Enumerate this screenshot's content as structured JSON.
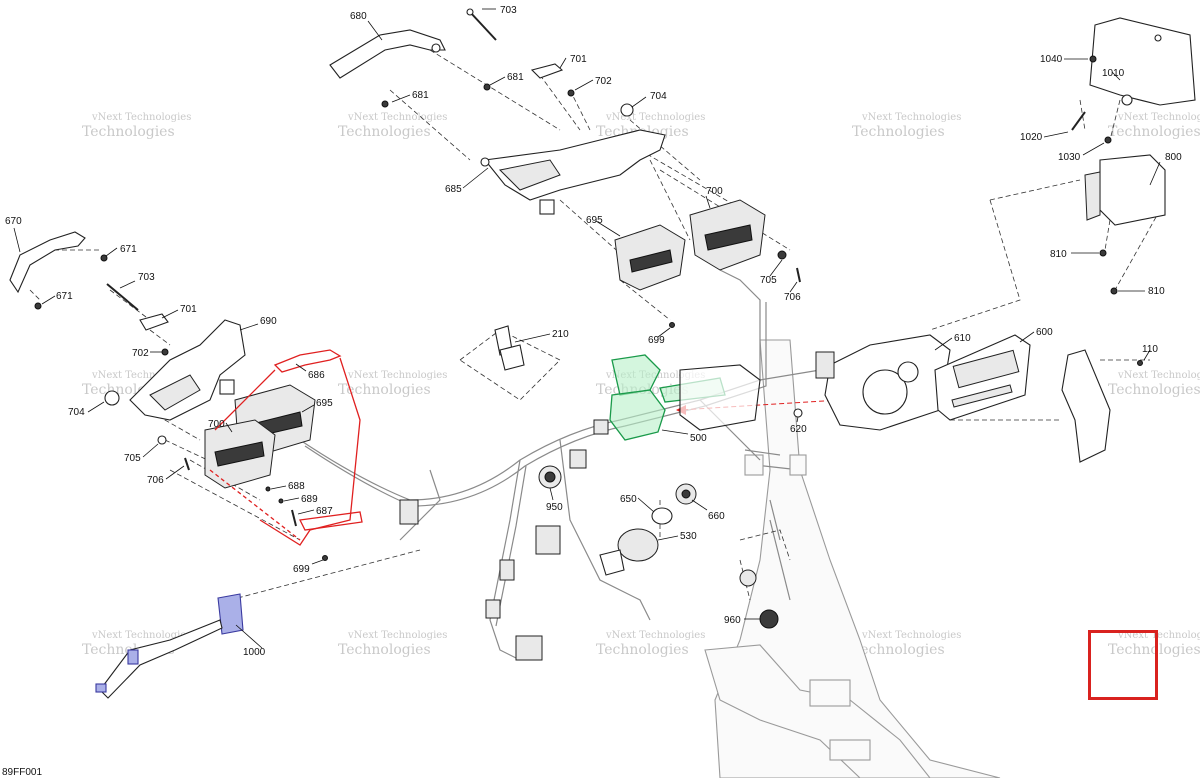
{
  "diagram": {
    "figure_code": "89FF001",
    "watermark_line1": "vNext Technologies",
    "watermark_line2": "Technologies",
    "highlight_colors": {
      "red": "#e02020",
      "green": "#1a9a4a",
      "blue": "#3a3aa0",
      "selection": "#d9221f"
    },
    "callouts": {
      "c680": "680",
      "c703a": "703",
      "c701a": "701",
      "c681": "681",
      "c702a": "702",
      "c704a": "704",
      "c685": "685",
      "c700a": "700",
      "c695a": "695",
      "c705a": "705",
      "c706a": "706",
      "c699a": "699",
      "c1040": "1040",
      "c1010": "1010",
      "c1020": "1020",
      "c1030": "1030",
      "c800": "800",
      "c810a": "810",
      "c810b": "810",
      "c670": "670",
      "c671a": "671",
      "c671b": "671",
      "c703b": "703",
      "c701b": "701",
      "c702b": "702",
      "c690": "690",
      "c686": "686",
      "c704b": "704",
      "c695b": "695",
      "c700b": "700",
      "c705b": "705",
      "c706b": "706",
      "c688": "688",
      "c689": "689",
      "c687": "687",
      "c699b": "699",
      "c210": "210",
      "c610": "610",
      "c600": "600",
      "c110": "110",
      "c620": "620",
      "c500": "500",
      "c950": "950",
      "c650": "650",
      "c660": "660",
      "c530": "530",
      "c960": "960",
      "c1000": "1000"
    }
  }
}
